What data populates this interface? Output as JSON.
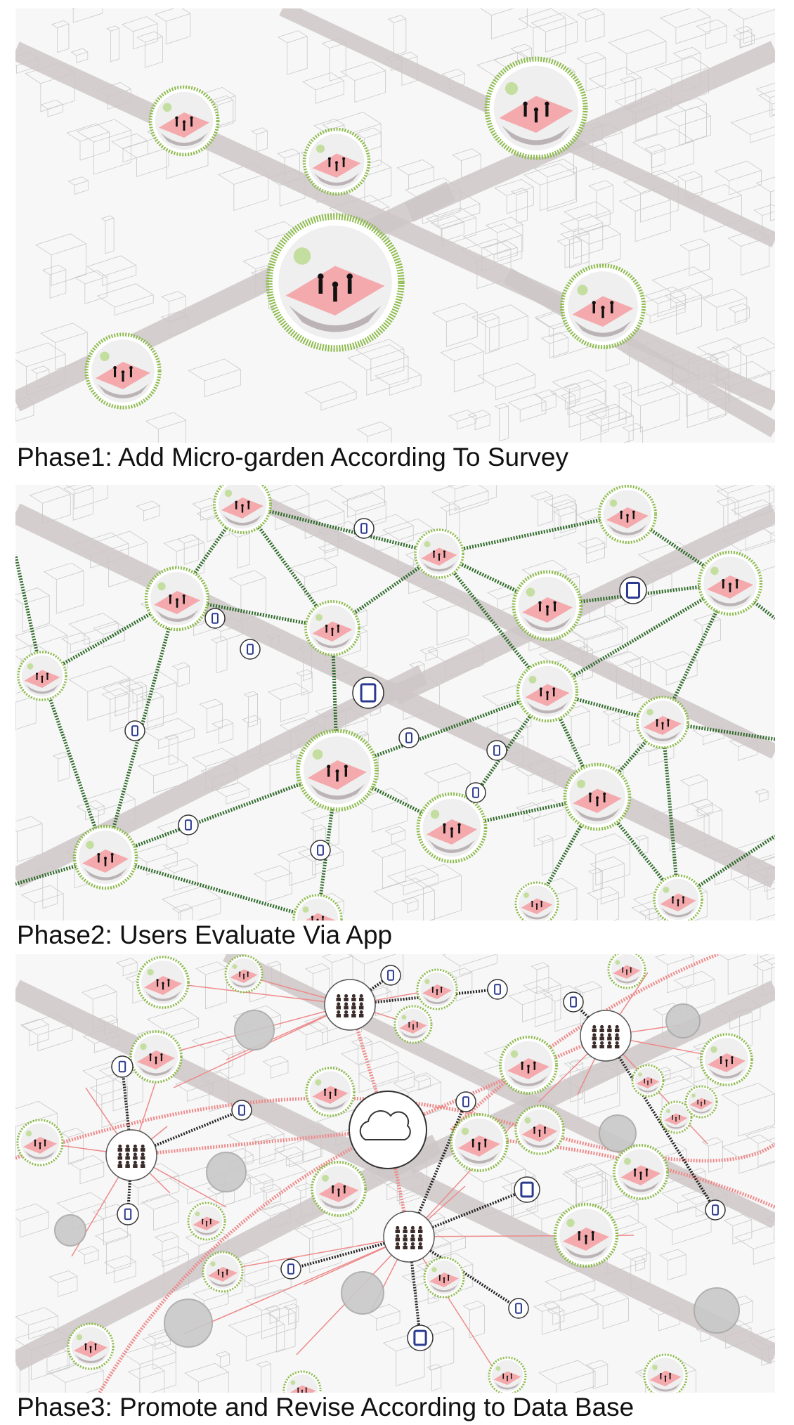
{
  "phases": [
    {
      "caption": "Phase1: Add Micro-garden According To Survey"
    },
    {
      "caption": "Phase2: Users Evaluate Via App"
    },
    {
      "caption": "Phase3: Promote and Revise According to Data Base"
    }
  ],
  "colors": {
    "garden_pink": "#f4a9ad",
    "garden_ring": "#8dbb4c",
    "road": "#cfc7c9",
    "network_line": "#2f6b2a",
    "data_line": "#ee8a8a",
    "app_blue": "#2b3a8f",
    "building_line": "#c9c9c9"
  },
  "icons": {
    "garden": "micro-garden-icon",
    "phone": "phone-icon",
    "tablet": "tablet-icon",
    "community": "community-icon",
    "cloud": "cloud-icon"
  }
}
